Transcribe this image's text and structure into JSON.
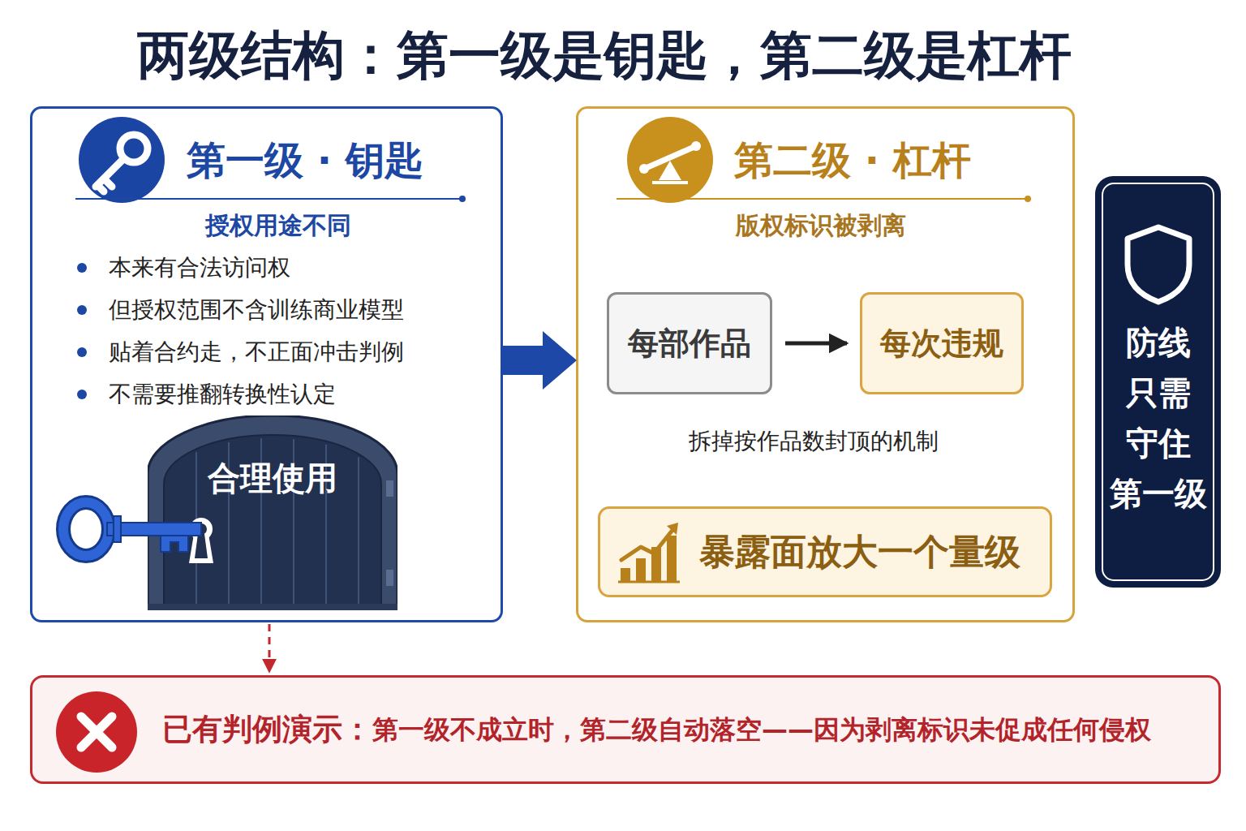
{
  "diagram": {
    "title": "两级结构：第一级是钥匙，第二级是杠杆",
    "nodes": [
      {
        "text": [
          "第一级 · 钥匙",
          "授权用途不同",
          "本来有合法访问权",
          "但授权范围不含训练商业模型",
          "贴着合约走，不正面冲击判例",
          "不需要推翻转换性认定"
        ]
      },
      {
        "text": [
          "合理使用"
        ],
        "in": 0
      },
      {
        "text": [
          "第二级 · 杠杆",
          "版权标识被剥离",
          "拆掉按作品数封顶的机制"
        ]
      },
      {
        "text": [
          "每部作品"
        ],
        "in": 2
      },
      {
        "text": [
          "每次违规"
        ],
        "in": 2
      },
      {
        "text": [
          "暴露面放大一个量级"
        ],
        "in": 2
      },
      {
        "text": [
          "防线 只需 守住 第一级"
        ]
      },
      {
        "text": [
          "已有判例演示：",
          "第一级不成立时，第二级自动落空——因为剥离标识未促成任何侵权"
        ]
      }
    ],
    "edges": [
      {
        "from": 0,
        "to": 2,
        "arrow": "to"
      },
      {
        "from": 3,
        "to": 4,
        "arrow": "to"
      },
      {
        "from": 0,
        "to": 7,
        "arrow": "to"
      }
    ]
  }
}
